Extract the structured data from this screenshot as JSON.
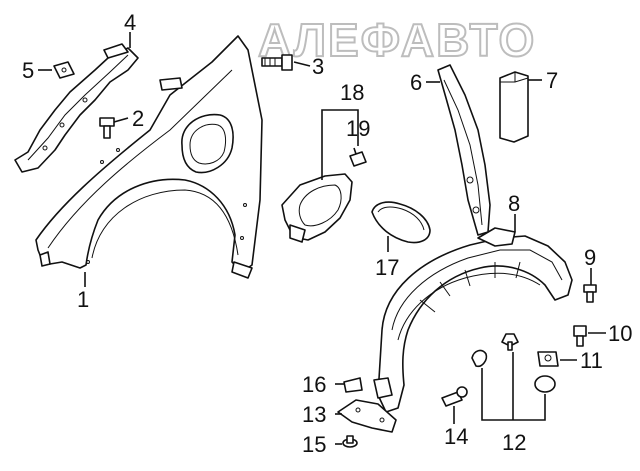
{
  "watermark": {
    "text": "АЛЕФАВТО"
  },
  "callouts": [
    {
      "id": "1",
      "label": "1"
    },
    {
      "id": "2",
      "label": "2"
    },
    {
      "id": "3",
      "label": "3"
    },
    {
      "id": "4",
      "label": "4"
    },
    {
      "id": "5",
      "label": "5"
    },
    {
      "id": "6",
      "label": "6"
    },
    {
      "id": "7",
      "label": "7"
    },
    {
      "id": "8",
      "label": "8"
    },
    {
      "id": "9",
      "label": "9"
    },
    {
      "id": "10",
      "label": "10"
    },
    {
      "id": "11",
      "label": "11"
    },
    {
      "id": "12",
      "label": "12"
    },
    {
      "id": "13",
      "label": "13"
    },
    {
      "id": "14",
      "label": "14"
    },
    {
      "id": "15",
      "label": "15"
    },
    {
      "id": "16",
      "label": "16"
    },
    {
      "id": "17",
      "label": "17"
    },
    {
      "id": "18",
      "label": "18"
    },
    {
      "id": "19",
      "label": "19"
    }
  ]
}
